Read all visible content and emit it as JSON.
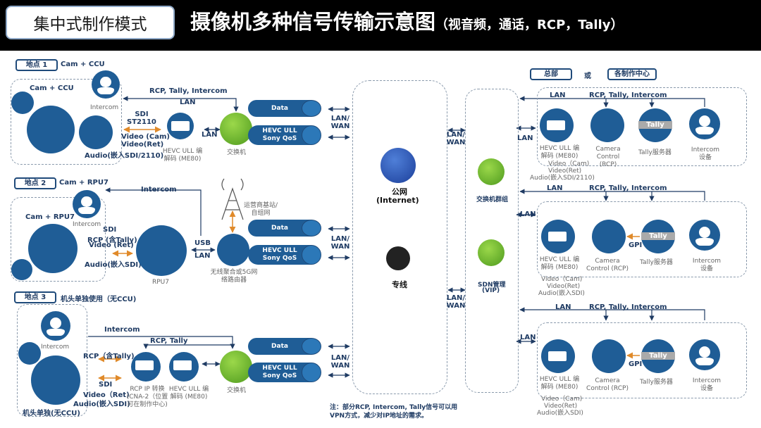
{
  "header": {
    "mode": "集中式制作模式",
    "title": "摄像机多种信号传输示意图",
    "subtitle": "（视音频，通话，RCP，Tally）"
  },
  "site1": {
    "tag": "地点 1",
    "caption": "Cam + CCU",
    "cam": "Cam + CCU",
    "intercom": "Intercom",
    "sdi": "SDI",
    "st2110": "ST2110",
    "lan_up": "LAN",
    "top_line": "RCP, Tally, Intercom",
    "video": "Video (Cam)",
    "video_ret": "Video(Ret)",
    "audio": "Audio(嵌入SDI/2110)",
    "codec": "HEVC ULL 编解码 (ME80)",
    "lan_sw": "LAN",
    "switch": "交换机",
    "data": "Data",
    "hevc1": "HEVC ULL",
    "hevc2": "Sony QoS",
    "lanwan": "LAN/ WAN"
  },
  "site2": {
    "tag": "地点 2",
    "caption": "Cam + RPU7",
    "cam": "Cam + RPU7",
    "intercom": "Intercom",
    "intercom_line": "Intercom",
    "sdi": "SDI",
    "rcp": "RCP (含Tally)",
    "video_ret": "Video (Ret)",
    "audio": "Audio(嵌入SDI)",
    "rpu": "RPU7",
    "usb": "USB",
    "lan": "LAN",
    "router": "无线聚合或5G网络路由器",
    "tower": "运营商基站/自组网",
    "data": "Data",
    "hevc1": "HEVC ULL",
    "hevc2": "Sony QoS",
    "lanwan": "LAN/ WAN"
  },
  "site3": {
    "tag": "地点 3",
    "caption": "机头单独使用（无CCU)",
    "intercom": "Intercom",
    "intercom_line": "Intercom",
    "rcp_tally": "RCP, Tally",
    "rcp": "RCP（含Tally)",
    "sdi": "SDI",
    "video_ret": "Video（Ret)",
    "audio": "Audio(嵌入SDI)",
    "cam": "机头单独(无CCU)",
    "cna": "RCP IP 转换(CNA-2（位置可在制作中心)",
    "codec": "HEVC ULL 编解码 (ME80)",
    "switch": "交换机",
    "data": "Data",
    "hevc1": "HEVC ULL",
    "hevc2": "Sony QoS",
    "lanwan": "LAN/ WAN"
  },
  "cloud": {
    "internet": "公网",
    "internet2": "(Internet)",
    "private": "专线",
    "lanwan1": "LAN/ WAN",
    "lanwan2": "LAN/ WAN"
  },
  "core": {
    "cluster": "交换机群组",
    "sdn": "SDN管理",
    "sdn2": "(VIP)"
  },
  "hq": {
    "tag1": "总部",
    "or": "或",
    "tag2": "各制作中心",
    "lan_top": "LAN",
    "line": "RCP, Tally, Intercom",
    "lan": "LAN",
    "codec": "HEVC ULL 编解码 (ME80)",
    "video": "Video（Cam)",
    "video_ret": "Video(Ret)",
    "audio1": "Audio(嵌入SDI/2110)",
    "audio2": "Audio(嵌入SDI)",
    "rcp": "Camera Control (RCP)",
    "tally": "Tally",
    "tally_srv": "Tally服务器",
    "intercom_dev": "Intercom设备",
    "gpi": "GPI"
  },
  "note": "注：部分RCP, Intercom, Tally信号可以用VPN方式，减少对IP地址的需求。",
  "colors": {
    "primary": "#1f5d96",
    "green": "#5aa82a",
    "orange": "#e08a2a",
    "dark": "#1f3b63"
  }
}
